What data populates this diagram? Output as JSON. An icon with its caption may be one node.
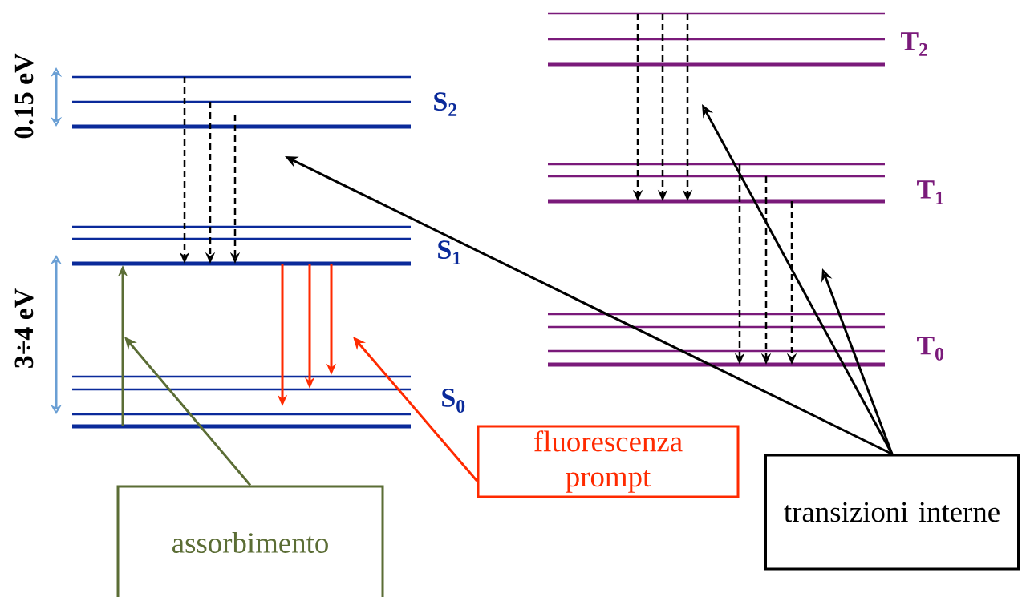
{
  "diagram": {
    "nodes": [
      {
        "text": [
          "assorbimento"
        ]
      },
      {
        "text": [
          "fluorescenza prompt"
        ]
      },
      {
        "text": [
          "transizioni interne"
        ]
      }
    ],
    "edges": [
      {
        "from": 0,
        "to": null,
        "arrow": "to",
        "color": "#5b6d35"
      },
      {
        "from": 1,
        "to": null,
        "arrow": "to",
        "color": "#ff2a00"
      },
      {
        "from": 2,
        "to": null,
        "arrow": "to"
      },
      {
        "from": 2,
        "to": null,
        "arrow": "to"
      },
      {
        "from": 2,
        "to": null,
        "arrow": "to"
      }
    ],
    "labels": [
      "T$_{2}$",
      "0.15 eV",
      "S$_{2}$",
      "T$_{1}$",
      "S$_{1}$",
      "3÷4 eV",
      "T$_{0}$",
      "S$_{0}$"
    ]
  }
}
